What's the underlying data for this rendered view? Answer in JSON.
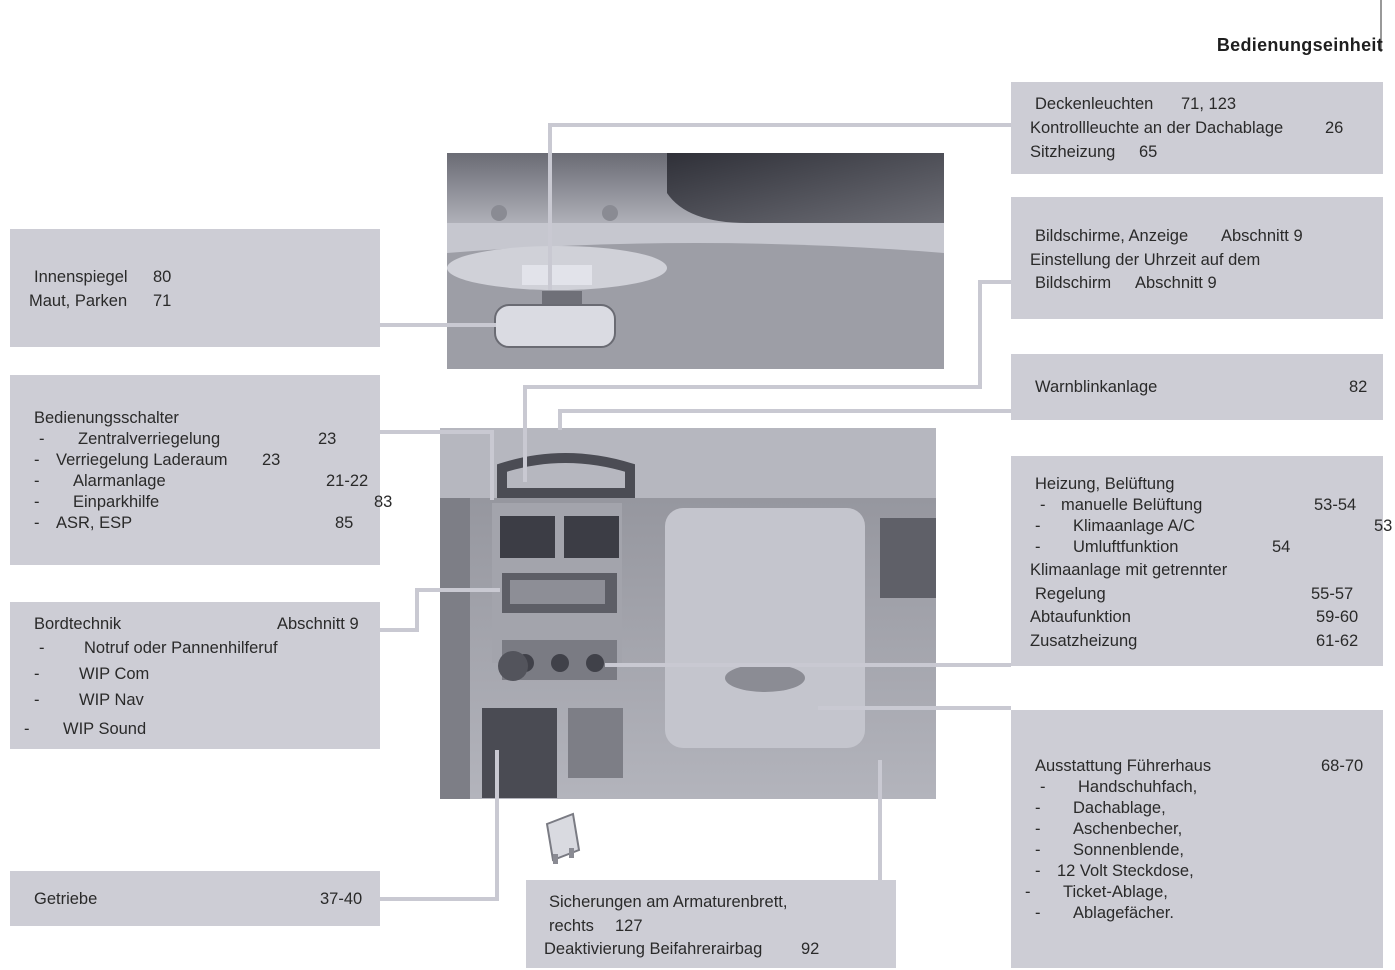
{
  "header": {
    "title": "Bedienungseinheit"
  },
  "boxes": {
    "deckenleuchten": {
      "lines": [
        {
          "text": "Deckenleuchten",
          "ref": "71, 123"
        },
        {
          "text": "Kontrollleuchte an der Dachablage",
          "ref": "26"
        },
        {
          "text": "Sitzheizung",
          "ref": "65"
        }
      ]
    },
    "innenspiegel": {
      "lines": [
        {
          "text": "Innenspiegel",
          "ref": "80"
        },
        {
          "text": "Maut, Parken",
          "ref": "71"
        }
      ]
    },
    "bildschirme": {
      "lines": [
        {
          "text": "Bildschirme, Anzeige",
          "ref": "Abschnitt 9"
        },
        {
          "text": "Einstellung der Uhrzeit auf dem"
        },
        {
          "text": "Bildschirm",
          "ref": "Abschnitt 9"
        }
      ]
    },
    "warnblink": {
      "label": "Warnblinkanlage",
      "ref": "82"
    },
    "bedienungsschalter": {
      "title": "Bedienungsschalter",
      "items": [
        {
          "text": "Zentralverriegelung",
          "ref": "23"
        },
        {
          "text": "Verriegelung Laderaum",
          "ref": "23"
        },
        {
          "text": "Alarmanlage",
          "ref": "21-22"
        },
        {
          "text": "Einparkhilfe",
          "ref": "83"
        },
        {
          "text": "ASR, ESP",
          "ref": "85"
        }
      ]
    },
    "heizung": {
      "title": "Heizung, Belüftung",
      "items": [
        {
          "text": "manuelle Belüftung",
          "ref": "53-54"
        },
        {
          "text": "Klimaanlage A/C",
          "ref": "53"
        },
        {
          "text": "Umluftfunktion",
          "ref": "54"
        }
      ],
      "extra": [
        {
          "text": "Klimaanlage mit getrennter"
        },
        {
          "text": "Regelung",
          "ref": "55-57"
        },
        {
          "text": "Abtaufunktion",
          "ref": "59-60"
        },
        {
          "text": "Zusatzheizung",
          "ref": "61-62"
        }
      ]
    },
    "bordtechnik": {
      "title": "Bordtechnik",
      "title_ref": "Abschnitt 9",
      "items": [
        {
          "text": "Notruf oder Pannenhilferuf"
        },
        {
          "text": "WIP Com"
        },
        {
          "text": "WIP Nav"
        },
        {
          "text": "WIP Sound"
        }
      ]
    },
    "ausstattung": {
      "title": "Ausstattung Führerhaus",
      "title_ref": "68-70",
      "items": [
        {
          "text": "Handschuhfach,"
        },
        {
          "text": "Dachablage,"
        },
        {
          "text": "Aschenbecher,"
        },
        {
          "text": "Sonnenblende,"
        },
        {
          "text": "12 Volt Steckdose,"
        },
        {
          "text": "Ticket-Ablage,"
        },
        {
          "text": "Ablagefächer."
        }
      ]
    },
    "getriebe": {
      "label": "Getriebe",
      "ref": "37-40"
    },
    "sicherungen": {
      "lines": [
        {
          "text": "Sicherungen am Armaturenbrett,"
        },
        {
          "text": "rechts",
          "ref": "127"
        },
        {
          "text": "Deaktivierung Beifahrerairbag",
          "ref": "92"
        }
      ]
    }
  },
  "bullet": "-",
  "colors": {
    "box_bg": "#cdcdd5",
    "leader_line": "#c9c9d2",
    "illustration_bg": "#9a9ba4"
  }
}
